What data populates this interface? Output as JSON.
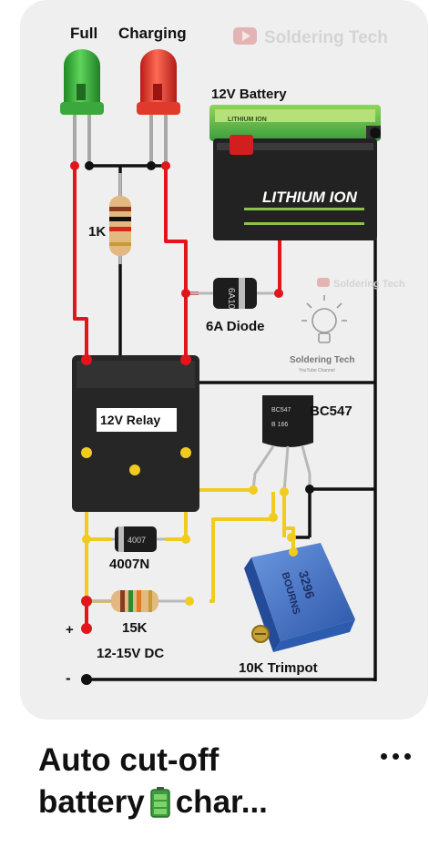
{
  "diagram": {
    "led_full_label": "Full",
    "led_charging_label": "Charging",
    "watermark_top": "Soldering Tech",
    "battery_label": "12V Battery",
    "battery_brand": "LITHIUM ION",
    "battery_tag": "LITHIUM ION",
    "resistor_1k_label": "1K",
    "diode_6a_label": "6A Diode",
    "diode_marking": "6A10",
    "watermark_mid": "Soldering Tech",
    "logo_text": "Soldering Tech",
    "logo_subtext": "YouTube Channel",
    "relay_label": "12V Relay",
    "transistor_label": "BC547",
    "transistor_marking_1": "BC547",
    "transistor_marking_2": "B 166",
    "diode_4007_label": "4007N",
    "diode_4007_marking": "4007",
    "resistor_15k_label": "15K",
    "trimpot_marking": "3296",
    "trimpot_brand": "BOURNS",
    "dc_label": "12-15V DC",
    "plus_label": "+",
    "minus_label": "-",
    "trimpot_label": "10K Trimpot"
  },
  "caption": {
    "line1": "Auto cut-off",
    "line2_prefix": "battery",
    "line2_suffix": "char..."
  },
  "colors": {
    "wire_red": "#e0161c",
    "wire_yellow": "#f0cc1f",
    "wire_black": "#111111",
    "wire_gray": "#9a9a9a",
    "led_green": "#2eae32",
    "led_red": "#e53128",
    "battery_green": "#45b048",
    "relay_body": "#262626",
    "trimpot_blue": "#3f6fc4"
  }
}
